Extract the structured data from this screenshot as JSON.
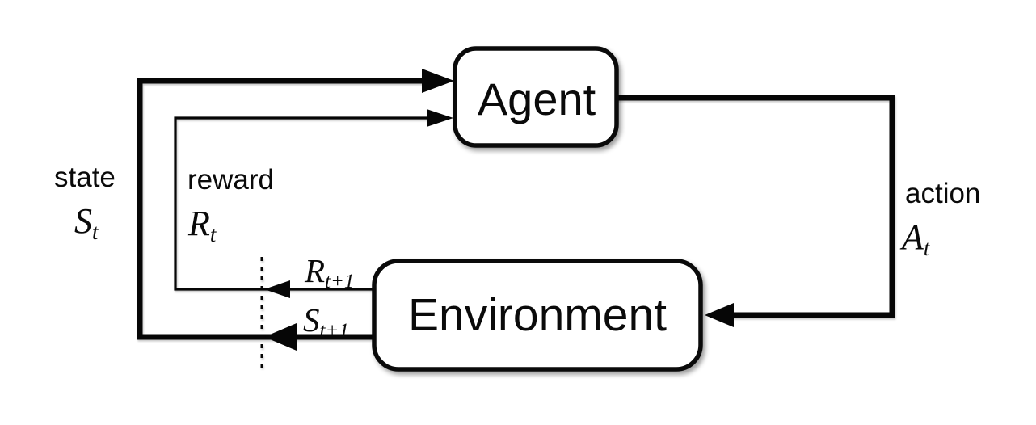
{
  "diagram": {
    "type": "flow-loop",
    "description_not_invented": null,
    "boxes": {
      "agent": "Agent",
      "environment": "Environment"
    },
    "labels": {
      "state": {
        "word": "state",
        "symbol": "S",
        "subscript": "t"
      },
      "reward": {
        "word": "reward",
        "symbol": "R",
        "subscript": "t"
      },
      "action": {
        "word": "action",
        "symbol": "A",
        "subscript": "t"
      },
      "next_reward": {
        "symbol": "R",
        "subscript": "t+1"
      },
      "next_state": {
        "symbol": "S",
        "subscript": "t+1"
      }
    },
    "colors": {
      "line": "#060606",
      "box_border": "#0a0a0a",
      "box_fill": "#ffffff",
      "background": "#ffffff"
    }
  }
}
